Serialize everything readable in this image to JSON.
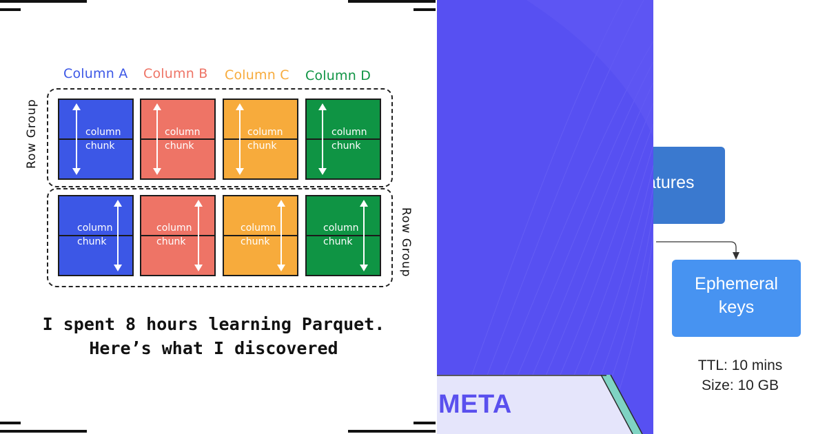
{
  "diagram": {
    "columns": [
      {
        "label": "Column A",
        "color": "#3c57e6"
      },
      {
        "label": "Column B",
        "color": "#ee7466"
      },
      {
        "label": "Column C",
        "color": "#f7ab3c"
      },
      {
        "label": "Column D",
        "color": "#0f9444"
      }
    ],
    "chunk_line1": "column",
    "chunk_line2": "chunk",
    "row_group_label": "Row Group"
  },
  "headline": {
    "line1": "I spent 8 hours learning Parquet.",
    "line2": "Here’s what I discovered"
  },
  "middle": {
    "background": "#5750f2",
    "banner_text": "META"
  },
  "right": {
    "features_label": "atures",
    "ephemeral_line1": "Ephemeral",
    "ephemeral_line2": "keys",
    "ttl": "TTL: 10 mins",
    "size": "Size: 10 GB"
  }
}
